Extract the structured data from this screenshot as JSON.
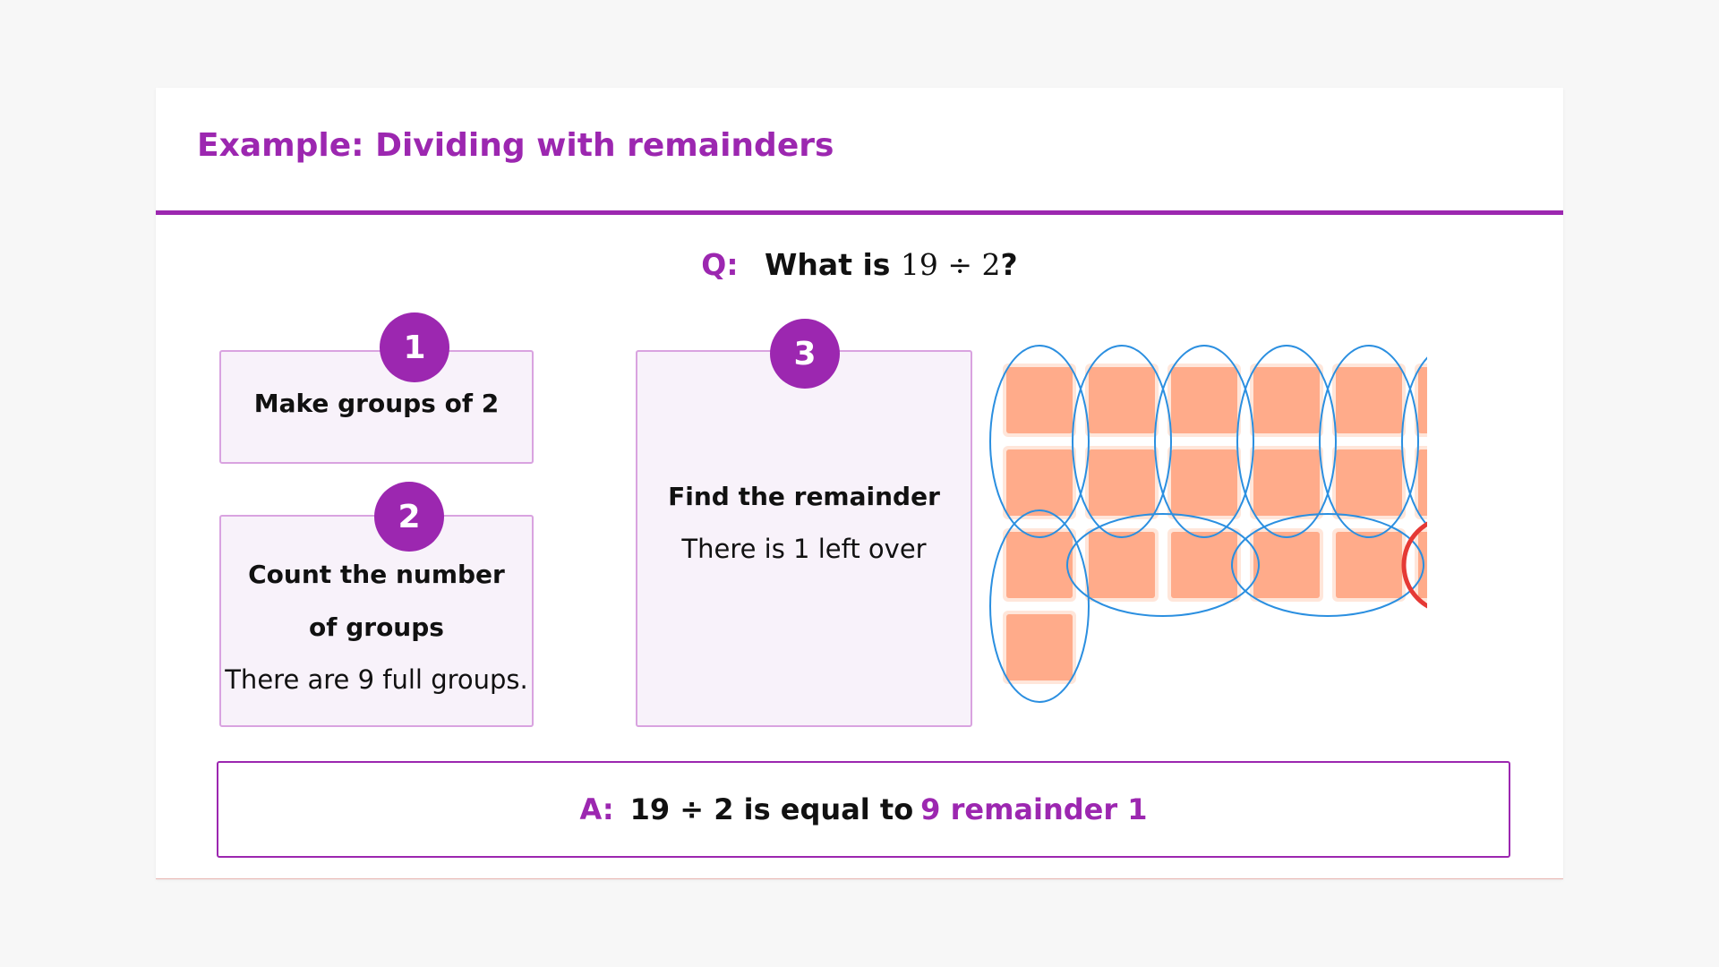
{
  "slide": {
    "title": "Example: Dividing with remainders"
  },
  "question": {
    "label": "Q:",
    "prefix": "What is",
    "expression": "19 ÷ 2",
    "suffix": "?"
  },
  "steps": [
    {
      "number": "1",
      "title": "Make groups of 2",
      "title_line2": "",
      "text": ""
    },
    {
      "number": "2",
      "title": "Count the number",
      "title_line2": "of groups",
      "text": "There are 9 full groups."
    },
    {
      "number": "3",
      "title": "Find the remainder",
      "title_line2": "",
      "text": "There is 1 left over"
    }
  ],
  "diagram": {
    "total_squares": 19,
    "group_size": 2,
    "full_groups": 9,
    "remainder": 1,
    "square_color": "#ffab8a",
    "group_outline_color": "#2b8fe0",
    "remainder_circle_color": "#e53935"
  },
  "answer": {
    "label": "A:",
    "statement": "19 ÷ 2 is equal to",
    "result": "9 remainder 1"
  },
  "colors": {
    "accent": "#9c27b0",
    "box_fill": "#f8f2fa",
    "box_border": "#d9a3e0"
  }
}
